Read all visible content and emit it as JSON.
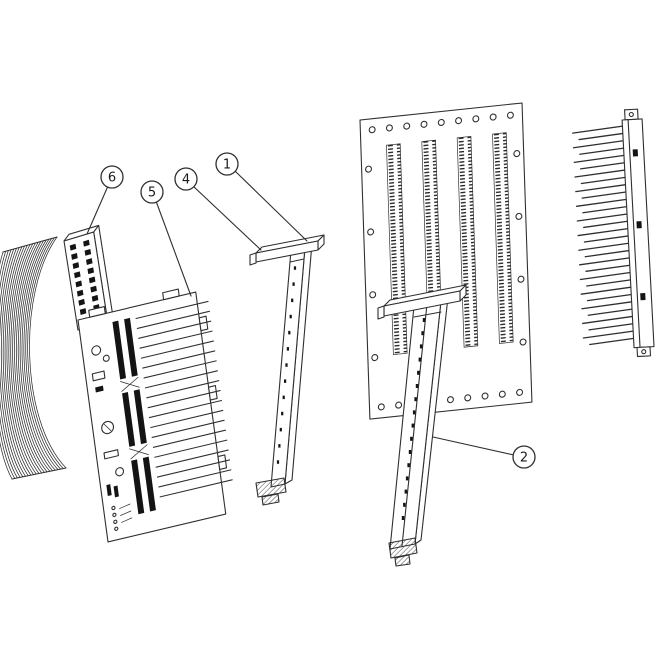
{
  "diagram": {
    "callouts": [
      {
        "id": "callout-1",
        "label": "1"
      },
      {
        "id": "callout-2",
        "label": "2"
      },
      {
        "id": "callout-4",
        "label": "4"
      },
      {
        "id": "callout-5",
        "label": "5"
      },
      {
        "id": "callout-6",
        "label": "6"
      }
    ],
    "colors": {
      "line": "#2f2f2f",
      "background": "#ffffff",
      "fill_dark": "#141414"
    }
  }
}
